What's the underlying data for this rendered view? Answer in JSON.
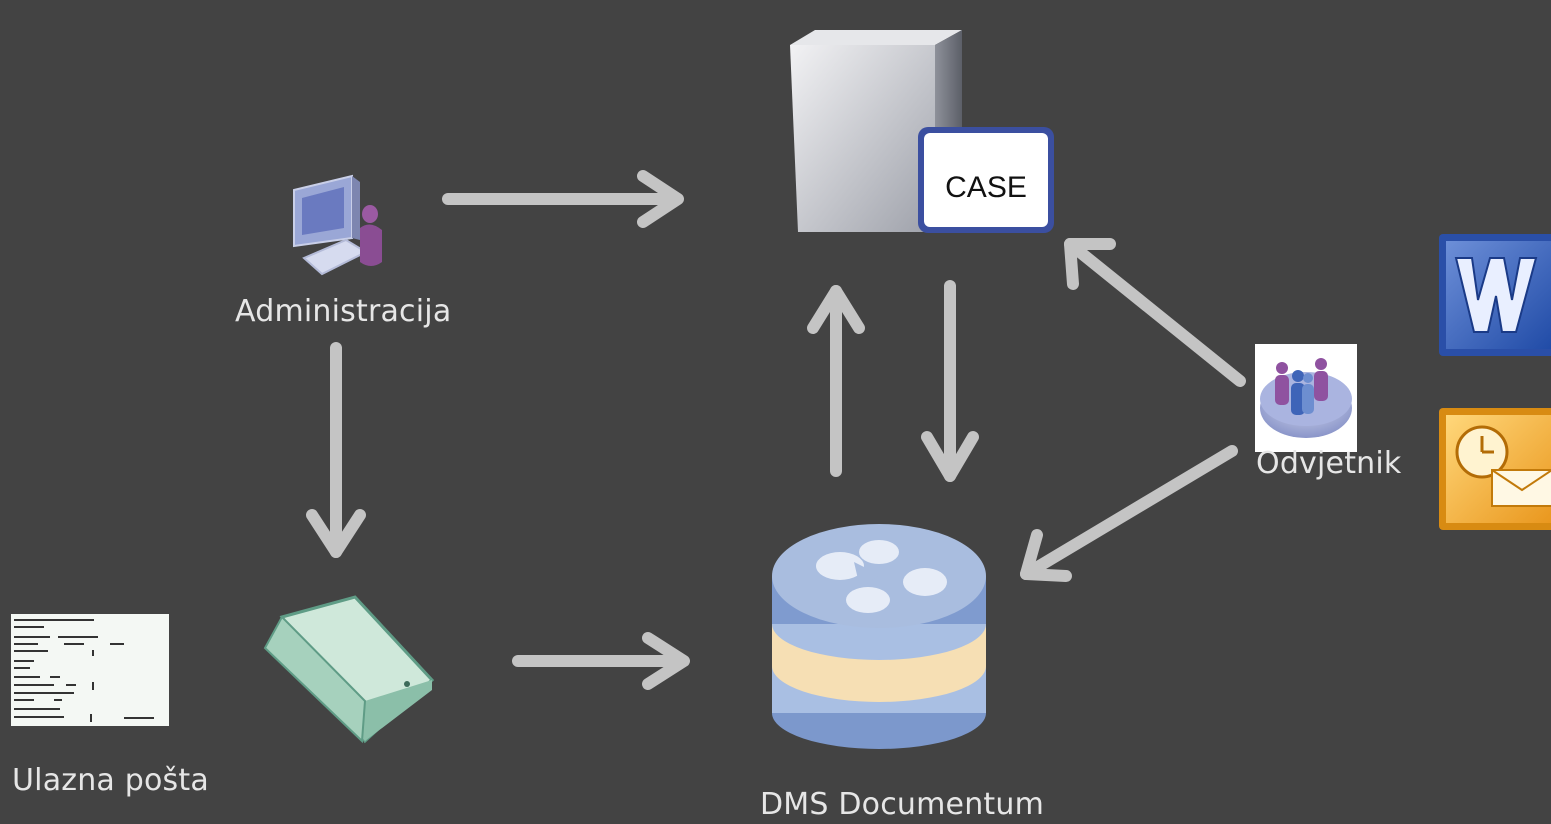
{
  "labels": {
    "administration": "Administracija",
    "incoming_mail": "Ulazna pošta",
    "dms": "DMS Documentum",
    "lawyer": "Odvjetnik",
    "case_server": "CASE"
  },
  "icons": [
    "computer-user-icon",
    "document-scan-icon",
    "scanner-icon",
    "server-icon",
    "database-icon",
    "people-group-icon",
    "word-icon",
    "outlook-icon"
  ],
  "colors": {
    "background": "#434343",
    "arrow": "#c4c4c4"
  }
}
